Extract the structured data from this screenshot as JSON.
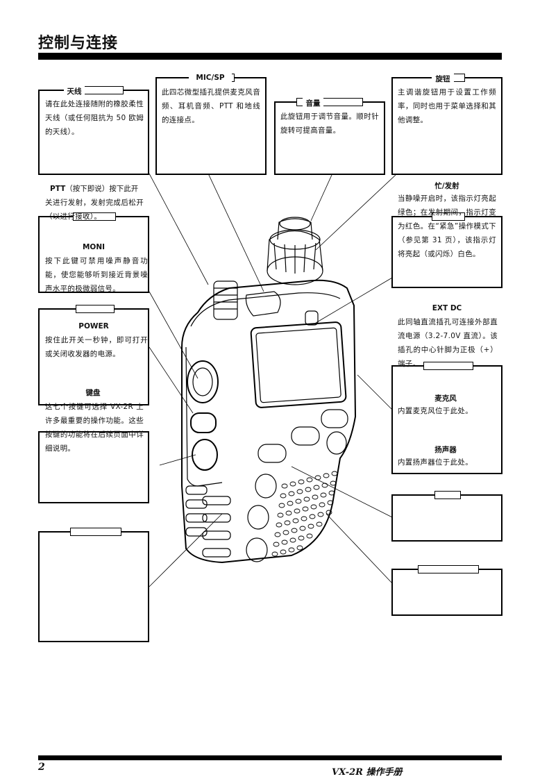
{
  "header": {
    "title": "控制与连接"
  },
  "footer": {
    "page_number": "2",
    "manual_title": "VX-2R 操作手册"
  },
  "callouts": {
    "antenna": {
      "label": "天线",
      "text": "请在此处连接随附的橡胶柔性天线（或任何阻抗为 50 欧姆的天线）。"
    },
    "mic_sp": {
      "label": "MIC/SP",
      "text": "此四芯微型插孔提供麦克风音频、耳机音频、PTT 和地线的连接点。"
    },
    "volume": {
      "label": "音量",
      "text": "此旋钮用于调节音量。顺时针旋转可提高音量。"
    },
    "dial": {
      "label": "旋钮",
      "text": "主调谐旋钮用于设置工作频率，同时也用于菜单选择和其他调整。"
    },
    "ptt": {
      "label": "PTT",
      "label_suffix": "（按下即说）",
      "text_first": "按下此开",
      "text": "关进行发射，发射完成后松开（以进行接收）。"
    },
    "moni": {
      "label": "MONI",
      "text": "按下此键可禁用噪声静音功能，使您能够听到接近背景噪声水平的极微弱信号。"
    },
    "busy_tx": {
      "label": "忙/发射",
      "text": "当静噪开启时，该指示灯亮起绿色；在发射期间，指示灯变为红色。在“紧急”操作模式下（参见第 31 页），该指示灯将亮起（或闪烁）白色。"
    },
    "power": {
      "label": "POWER",
      "text": "按住此开关一秒钟，即可打开或关闭收发器的电源。"
    },
    "ext_dc": {
      "label": "EXT DC",
      "text": "此同轴直流插孔可连接外部直流电源（3.2-7.0V 直流）。该插孔的中心针脚为正极（+）端子。"
    },
    "keypad": {
      "label": "键盘",
      "text": "这七个按键可选择 VX-2R 上许多最重要的操作功能。这些按键的功能将在后续页面中详细说明。"
    },
    "microphone": {
      "label": "麦克风",
      "text": "内置麦克风位于此处。"
    },
    "speaker": {
      "label": "扬声器",
      "text": "内置扬声器位于此处。"
    }
  }
}
